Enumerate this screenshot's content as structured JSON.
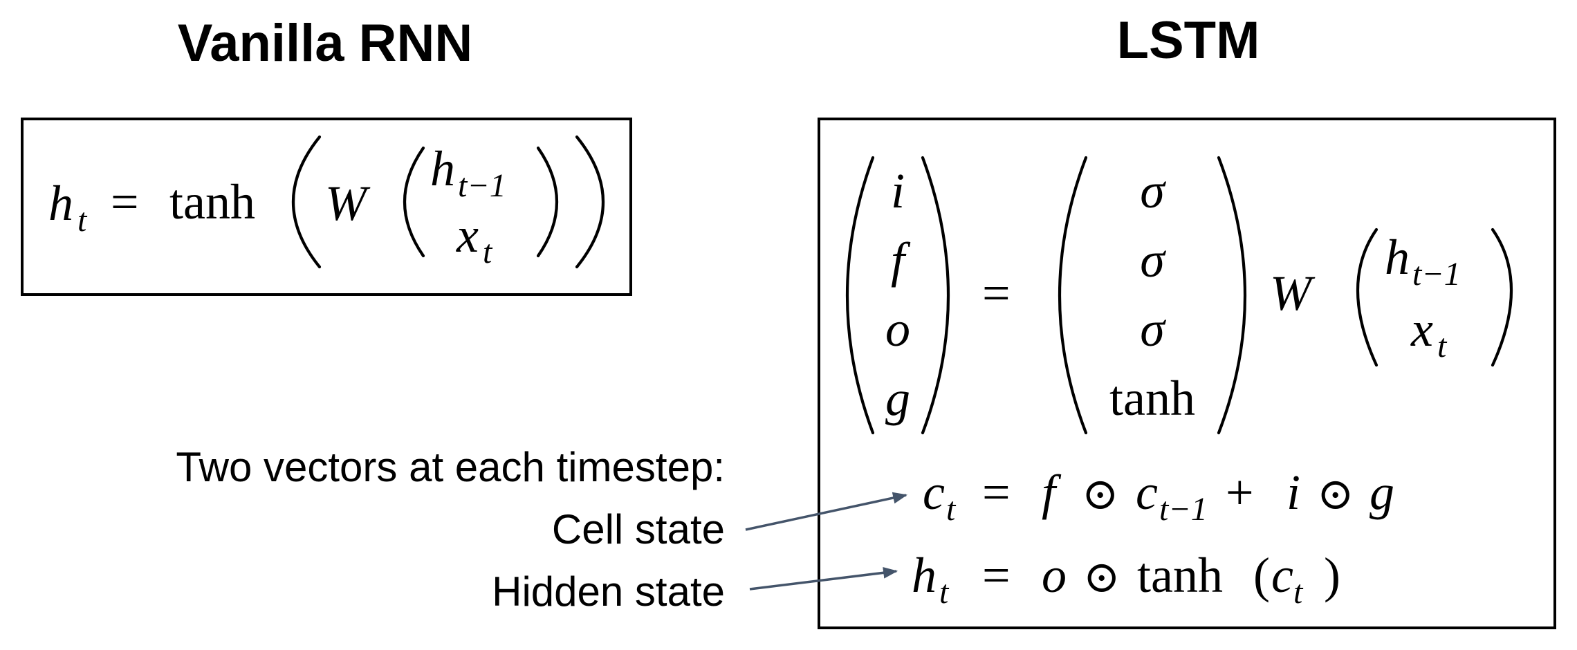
{
  "headings": {
    "vanilla_rnn": "Vanilla RNN",
    "lstm": "LSTM"
  },
  "rnn_equation": {
    "lhs": "h",
    "lhs_sub": "t",
    "equals": "=",
    "func": "tanh",
    "weight": "W",
    "vector": [
      {
        "symbol": "h",
        "sub": "t−1"
      },
      {
        "symbol": "x",
        "sub": "t"
      }
    ]
  },
  "lstm_gates": {
    "gates": [
      "i",
      "f",
      "o",
      "g"
    ],
    "equals": "=",
    "activations": [
      "σ",
      "σ",
      "σ",
      "tanh"
    ],
    "weight": "W",
    "vector": [
      {
        "symbol": "h",
        "sub": "t−1"
      },
      {
        "symbol": "x",
        "sub": "t"
      }
    ]
  },
  "cell_state_equation": {
    "lhs": "c",
    "lhs_sub": "t",
    "equals": "=",
    "f": "f",
    "odot": "⊙",
    "prev": "c",
    "prev_sub": "t−1",
    "plus": "+",
    "i": "i",
    "g": "g"
  },
  "hidden_state_equation": {
    "lhs": "h",
    "lhs_sub": "t",
    "equals": "=",
    "o": "o",
    "odot": "⊙",
    "func": "tanh",
    "open": "(",
    "arg": "c",
    "arg_sub": "t",
    "close": ")"
  },
  "annotations": {
    "intro": "Two vectors at each timestep:",
    "cell_state": "Cell state",
    "hidden_state": "Hidden state"
  },
  "colors": {
    "text": "#000000",
    "arrow": "#44546a",
    "background": "#ffffff"
  }
}
